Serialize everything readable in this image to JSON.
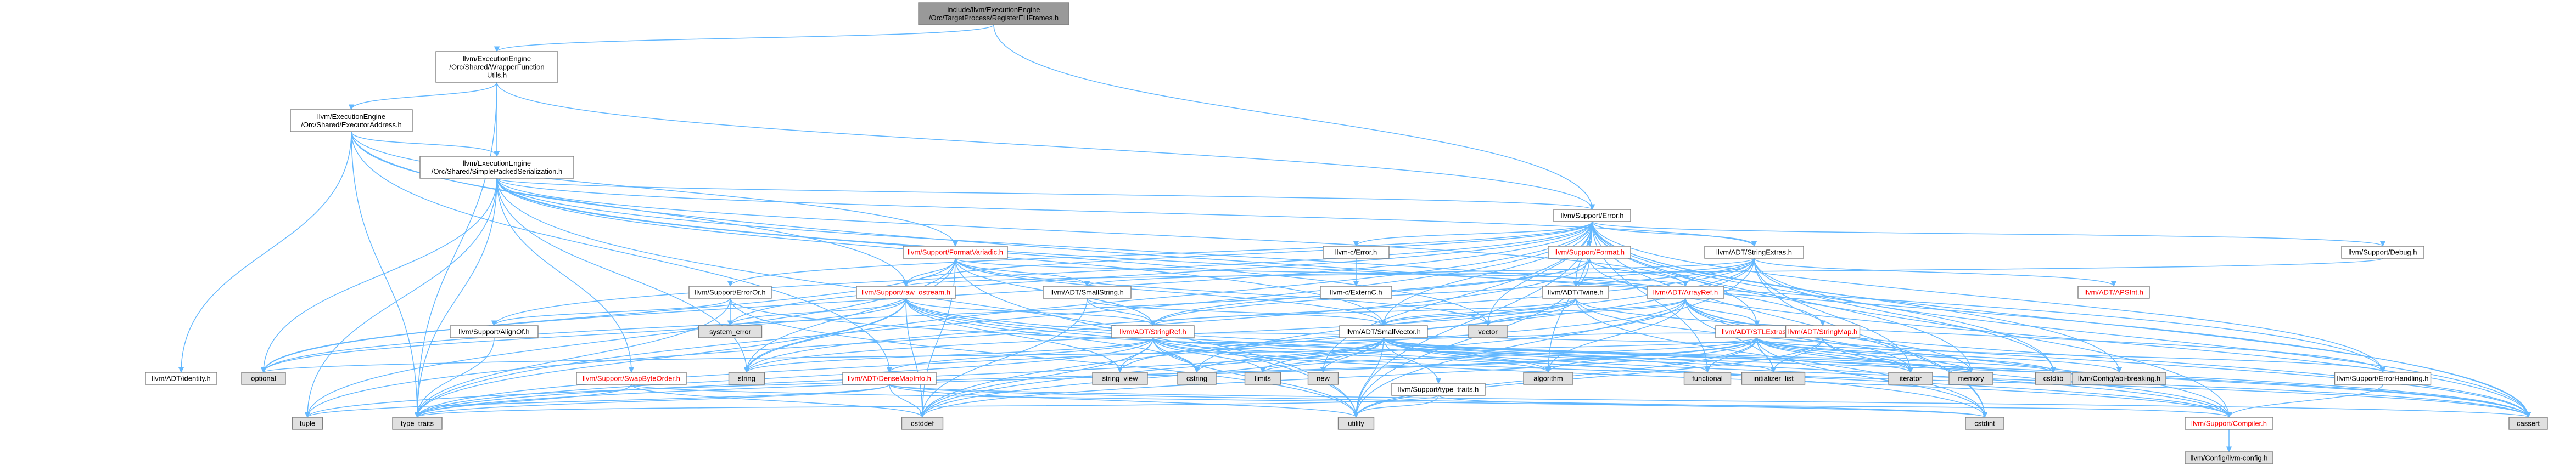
{
  "colors": {
    "edge": "#63b8ff",
    "node_border": "#808080",
    "node_fill": "#ffffff",
    "root_fill": "#999999",
    "system_fill": "#e0e0e0",
    "text_default": "#000000",
    "text_link_red": "#ff0000"
  },
  "nodes": [
    {
      "id": "root",
      "lines": [
        "include/llvm/ExecutionEngine",
        "/Orc/TargetProcess/RegisterEHFrames.h"
      ],
      "kind": "root"
    },
    {
      "id": "wrapperfn",
      "lines": [
        "llvm/ExecutionEngine",
        "/Orc/Shared/WrapperFunction",
        "Utils.h"
      ],
      "kind": "normal"
    },
    {
      "id": "execaddr",
      "lines": [
        "llvm/ExecutionEngine",
        "/Orc/Shared/ExecutorAddress.h"
      ],
      "kind": "normal"
    },
    {
      "id": "sps",
      "lines": [
        "llvm/ExecutionEngine",
        "/Orc/Shared/SimplePackedSerialization.h"
      ],
      "kind": "normal"
    },
    {
      "id": "error",
      "lines": [
        "llvm/Support/Error.h"
      ],
      "kind": "normal"
    },
    {
      "id": "formatvariadic",
      "lines": [
        "llvm/Support/FormatVariadic.h"
      ],
      "kind": "red"
    },
    {
      "id": "cerror",
      "lines": [
        "llvm-c/Error.h"
      ],
      "kind": "normal"
    },
    {
      "id": "format",
      "lines": [
        "llvm/Support/Format.h"
      ],
      "kind": "red"
    },
    {
      "id": "stringextras",
      "lines": [
        "llvm/ADT/StringExtras.h"
      ],
      "kind": "normal"
    },
    {
      "id": "debug",
      "lines": [
        "llvm/Support/Debug.h"
      ],
      "kind": "normal"
    },
    {
      "id": "erroror",
      "lines": [
        "llvm/Support/ErrorOr.h"
      ],
      "kind": "normal"
    },
    {
      "id": "rawostream",
      "lines": [
        "llvm/Support/raw_ostream.h"
      ],
      "kind": "red"
    },
    {
      "id": "smallstring",
      "lines": [
        "llvm/ADT/SmallString.h"
      ],
      "kind": "normal"
    },
    {
      "id": "externc",
      "lines": [
        "llvm-c/ExternC.h"
      ],
      "kind": "normal"
    },
    {
      "id": "twine",
      "lines": [
        "llvm/ADT/Twine.h"
      ],
      "kind": "normal"
    },
    {
      "id": "arrayref",
      "lines": [
        "llvm/ADT/ArrayRef.h"
      ],
      "kind": "red"
    },
    {
      "id": "apsint",
      "lines": [
        "llvm/ADT/APSInt.h"
      ],
      "kind": "red"
    },
    {
      "id": "alignof",
      "lines": [
        "llvm/Support/AlignOf.h"
      ],
      "kind": "normal"
    },
    {
      "id": "systemerror",
      "lines": [
        "system_error"
      ],
      "kind": "system"
    },
    {
      "id": "stringref",
      "lines": [
        "llvm/ADT/StringRef.h"
      ],
      "kind": "red"
    },
    {
      "id": "smallvector",
      "lines": [
        "llvm/ADT/SmallVector.h"
      ],
      "kind": "normal"
    },
    {
      "id": "vector",
      "lines": [
        "vector"
      ],
      "kind": "system"
    },
    {
      "id": "stlextras",
      "lines": [
        "llvm/ADT/STLExtras.h"
      ],
      "kind": "red"
    },
    {
      "id": "stringmap",
      "lines": [
        "llvm/ADT/StringMap.h"
      ],
      "kind": "red"
    },
    {
      "id": "identity",
      "lines": [
        "llvm/ADT/identity.h"
      ],
      "kind": "normal"
    },
    {
      "id": "optional",
      "lines": [
        "optional"
      ],
      "kind": "system"
    },
    {
      "id": "swapbyteorder",
      "lines": [
        "llvm/Support/SwapByteOrder.h"
      ],
      "kind": "red"
    },
    {
      "id": "string",
      "lines": [
        "string"
      ],
      "kind": "system"
    },
    {
      "id": "densemapinfo",
      "lines": [
        "llvm/ADT/DenseMapInfo.h"
      ],
      "kind": "red"
    },
    {
      "id": "stringview",
      "lines": [
        "string_view"
      ],
      "kind": "system"
    },
    {
      "id": "cstring",
      "lines": [
        "cstring"
      ],
      "kind": "system"
    },
    {
      "id": "limits",
      "lines": [
        "limits"
      ],
      "kind": "system"
    },
    {
      "id": "new",
      "lines": [
        "new"
      ],
      "kind": "system"
    },
    {
      "id": "typetraitsllvm",
      "lines": [
        "llvm/Support/type_traits.h"
      ],
      "kind": "normal"
    },
    {
      "id": "algorithm",
      "lines": [
        "algorithm"
      ],
      "kind": "system"
    },
    {
      "id": "functional",
      "lines": [
        "functional"
      ],
      "kind": "system"
    },
    {
      "id": "initializerlist",
      "lines": [
        "initializer_list"
      ],
      "kind": "system"
    },
    {
      "id": "iterator",
      "lines": [
        "iterator"
      ],
      "kind": "system"
    },
    {
      "id": "memory",
      "lines": [
        "memory"
      ],
      "kind": "system"
    },
    {
      "id": "cstdlib",
      "lines": [
        "cstdlib"
      ],
      "kind": "system"
    },
    {
      "id": "abibreaking",
      "lines": [
        "llvm/Config/abi-breaking.h"
      ],
      "kind": "system"
    },
    {
      "id": "errorhandling",
      "lines": [
        "llvm/Support/ErrorHandling.h"
      ],
      "kind": "normal"
    },
    {
      "id": "tuple",
      "lines": [
        "tuple"
      ],
      "kind": "system"
    },
    {
      "id": "typetraits",
      "lines": [
        "type_traits"
      ],
      "kind": "system"
    },
    {
      "id": "utility",
      "lines": [
        "utility"
      ],
      "kind": "system"
    },
    {
      "id": "cstddef",
      "lines": [
        "cstddef"
      ],
      "kind": "system"
    },
    {
      "id": "cstdint",
      "lines": [
        "cstdint"
      ],
      "kind": "system"
    },
    {
      "id": "compiler",
      "lines": [
        "llvm/Support/Compiler.h"
      ],
      "kind": "red"
    },
    {
      "id": "cassert",
      "lines": [
        "cassert"
      ],
      "kind": "system"
    },
    {
      "id": "llvmconfig",
      "lines": [
        "llvm/Config/llvm-config.h"
      ],
      "kind": "system"
    }
  ],
  "edges": [
    [
      "root",
      "wrapperfn"
    ],
    [
      "root",
      "error"
    ],
    [
      "wrapperfn",
      "execaddr"
    ],
    [
      "wrapperfn",
      "sps"
    ],
    [
      "wrapperfn",
      "error"
    ],
    [
      "wrapperfn",
      "typetraits"
    ],
    [
      "execaddr",
      "sps"
    ],
    [
      "execaddr",
      "formatvariadic"
    ],
    [
      "execaddr",
      "identity"
    ],
    [
      "execaddr",
      "rawostream"
    ],
    [
      "execaddr",
      "cassert"
    ],
    [
      "execaddr",
      "typetraits"
    ],
    [
      "execaddr",
      "densemapinfo"
    ],
    [
      "sps",
      "error"
    ],
    [
      "sps",
      "arrayref"
    ],
    [
      "sps",
      "stringmap"
    ],
    [
      "sps",
      "smallvector"
    ],
    [
      "sps",
      "stringextras"
    ],
    [
      "sps",
      "swapbyteorder"
    ],
    [
      "sps",
      "string"
    ],
    [
      "sps",
      "tuple"
    ],
    [
      "sps",
      "typetraits"
    ],
    [
      "sps",
      "utility"
    ],
    [
      "sps",
      "vector"
    ],
    [
      "sps",
      "optional"
    ],
    [
      "sps",
      "errorhandling"
    ],
    [
      "error",
      "cerror"
    ],
    [
      "error",
      "format"
    ],
    [
      "error",
      "stringextras"
    ],
    [
      "error",
      "debug"
    ],
    [
      "error",
      "erroror"
    ],
    [
      "error",
      "rawostream"
    ],
    [
      "error",
      "twine"
    ],
    [
      "error",
      "alignof"
    ],
    [
      "error",
      "smallvector"
    ],
    [
      "error",
      "stlextras"
    ],
    [
      "error",
      "abibreaking"
    ],
    [
      "error",
      "compiler"
    ],
    [
      "error",
      "errorhandling"
    ],
    [
      "error",
      "algorithm"
    ],
    [
      "error",
      "cassert"
    ],
    [
      "error",
      "cstdint"
    ],
    [
      "error",
      "cstdlib"
    ],
    [
      "error",
      "functional"
    ],
    [
      "error",
      "memory"
    ],
    [
      "error",
      "new"
    ],
    [
      "error",
      "optional"
    ],
    [
      "error",
      "string"
    ],
    [
      "error",
      "systemerror"
    ],
    [
      "error",
      "typetraits"
    ],
    [
      "error",
      "utility"
    ],
    [
      "error",
      "vector"
    ],
    [
      "formatvariadic",
      "arrayref"
    ],
    [
      "formatvariadic",
      "smallstring"
    ],
    [
      "formatvariadic",
      "smallvector"
    ],
    [
      "formatvariadic",
      "stringref"
    ],
    [
      "formatvariadic",
      "rawostream"
    ],
    [
      "formatvariadic",
      "optional"
    ],
    [
      "formatvariadic",
      "string"
    ],
    [
      "formatvariadic",
      "tuple"
    ],
    [
      "formatvariadic",
      "utility"
    ],
    [
      "formatvariadic",
      "vector"
    ],
    [
      "formatvariadic",
      "cstddef"
    ],
    [
      "cerror",
      "externc"
    ],
    [
      "format",
      "arrayref"
    ],
    [
      "format",
      "stringref"
    ],
    [
      "format",
      "optional"
    ],
    [
      "format",
      "cassert"
    ],
    [
      "format",
      "tuple"
    ],
    [
      "format",
      "utility"
    ],
    [
      "stringextras",
      "apsint"
    ],
    [
      "stringextras",
      "arrayref"
    ],
    [
      "stringextras",
      "smallstring"
    ],
    [
      "stringextras",
      "stringref"
    ],
    [
      "stringextras",
      "twine"
    ],
    [
      "stringextras",
      "cassert"
    ],
    [
      "stringextras",
      "cstddef"
    ],
    [
      "stringextras",
      "cstdint"
    ],
    [
      "stringextras",
      "cstdlib"
    ],
    [
      "stringextras",
      "cstring"
    ],
    [
      "stringextras",
      "iterator"
    ],
    [
      "stringextras",
      "string"
    ],
    [
      "stringextras",
      "utility"
    ],
    [
      "debug",
      "rawostream"
    ],
    [
      "erroror",
      "alignof"
    ],
    [
      "erroror",
      "cassert"
    ],
    [
      "erroror",
      "systemerror"
    ],
    [
      "erroror",
      "typetraits"
    ],
    [
      "erroror",
      "utility"
    ],
    [
      "rawostream",
      "stringref"
    ],
    [
      "rawostream",
      "compiler"
    ],
    [
      "rawostream",
      "cassert"
    ],
    [
      "rawostream",
      "cstddef"
    ],
    [
      "rawostream",
      "cstdint"
    ],
    [
      "rawostream",
      "cstring"
    ],
    [
      "rawostream",
      "optional"
    ],
    [
      "rawostream",
      "string"
    ],
    [
      "rawostream",
      "stringview"
    ],
    [
      "rawostream",
      "systemerror"
    ],
    [
      "rawostream",
      "typetraits"
    ],
    [
      "smallstring",
      "smallvector"
    ],
    [
      "smallstring",
      "stringref"
    ],
    [
      "smallstring",
      "cstddef"
    ],
    [
      "twine",
      "smallvector"
    ],
    [
      "twine",
      "stringref"
    ],
    [
      "twine",
      "errorhandling"
    ],
    [
      "twine",
      "cassert"
    ],
    [
      "twine",
      "cstdint"
    ],
    [
      "twine",
      "string"
    ],
    [
      "twine",
      "stringview"
    ],
    [
      "arrayref",
      "stlextras"
    ],
    [
      "arrayref",
      "smallvector"
    ],
    [
      "arrayref",
      "compiler"
    ],
    [
      "arrayref",
      "algorithm"
    ],
    [
      "arrayref",
      "array_dummy"
    ],
    [
      "arrayref",
      "cassert"
    ],
    [
      "arrayref",
      "cstddef"
    ],
    [
      "arrayref",
      "initializerlist"
    ],
    [
      "arrayref",
      "iterator"
    ],
    [
      "arrayref",
      "memory"
    ],
    [
      "arrayref",
      "typetraits"
    ],
    [
      "arrayref",
      "vector"
    ],
    [
      "alignof",
      "typetraits"
    ],
    [
      "stringref",
      "densemapinfo"
    ],
    [
      "stringref",
      "stlextras"
    ],
    [
      "stringref",
      "compiler"
    ],
    [
      "stringref",
      "algorithm"
    ],
    [
      "stringref",
      "cassert"
    ],
    [
      "stringref",
      "cstddef"
    ],
    [
      "stringref",
      "cstring"
    ],
    [
      "stringref",
      "limits"
    ],
    [
      "stringref",
      "string"
    ],
    [
      "stringref",
      "stringview"
    ],
    [
      "stringref",
      "typetraits"
    ],
    [
      "stringref",
      "utility"
    ],
    [
      "smallvector",
      "compiler"
    ],
    [
      "smallvector",
      "typetraitsllvm"
    ],
    [
      "smallvector",
      "algorithm"
    ],
    [
      "smallvector",
      "cassert"
    ],
    [
      "smallvector",
      "cstddef"
    ],
    [
      "smallvector",
      "cstdlib"
    ],
    [
      "smallvector",
      "cstring"
    ],
    [
      "smallvector",
      "functional"
    ],
    [
      "smallvector",
      "initializerlist"
    ],
    [
      "smallvector",
      "iterator"
    ],
    [
      "smallvector",
      "limits"
    ],
    [
      "smallvector",
      "memory"
    ],
    [
      "smallvector",
      "new"
    ],
    [
      "smallvector",
      "typetraits"
    ],
    [
      "smallvector",
      "utility"
    ],
    [
      "stlextras",
      "abibreaking"
    ],
    [
      "stlextras",
      "errorhandling"
    ],
    [
      "stlextras",
      "algorithm"
    ],
    [
      "stlextras",
      "cassert"
    ],
    [
      "stlextras",
      "cstddef"
    ],
    [
      "stlextras",
      "cstdint"
    ],
    [
      "stlextras",
      "cstdlib"
    ],
    [
      "stlextras",
      "functional"
    ],
    [
      "stlextras",
      "initializerlist"
    ],
    [
      "stlextras",
      "iterator"
    ],
    [
      "stlextras",
      "limits"
    ],
    [
      "stlextras",
      "memory"
    ],
    [
      "stlextras",
      "optional"
    ],
    [
      "stlextras",
      "tuple"
    ],
    [
      "stlextras",
      "typetraits"
    ],
    [
      "stlextras",
      "utility"
    ],
    [
      "stringmap",
      "stringref"
    ],
    [
      "stringmap",
      "iterator"
    ],
    [
      "stringmap",
      "compiler"
    ],
    [
      "stringmap",
      "initializerlist"
    ],
    [
      "stringmap",
      "utility"
    ],
    [
      "swapbyteorder",
      "cstddef"
    ],
    [
      "swapbyteorder",
      "cstdint"
    ],
    [
      "swapbyteorder",
      "typetraits"
    ],
    [
      "densemapinfo",
      "cassert"
    ],
    [
      "densemapinfo",
      "cstddef"
    ],
    [
      "densemapinfo",
      "cstdint"
    ],
    [
      "densemapinfo",
      "tuple"
    ],
    [
      "densemapinfo",
      "typetraits"
    ],
    [
      "densemapinfo",
      "utility"
    ],
    [
      "typetraitsllvm",
      "compiler"
    ],
    [
      "typetraitsllvm",
      "typetraits"
    ],
    [
      "typetraitsllvm",
      "utility"
    ],
    [
      "errorhandling",
      "compiler"
    ],
    [
      "compiler",
      "llvmconfig"
    ]
  ]
}
